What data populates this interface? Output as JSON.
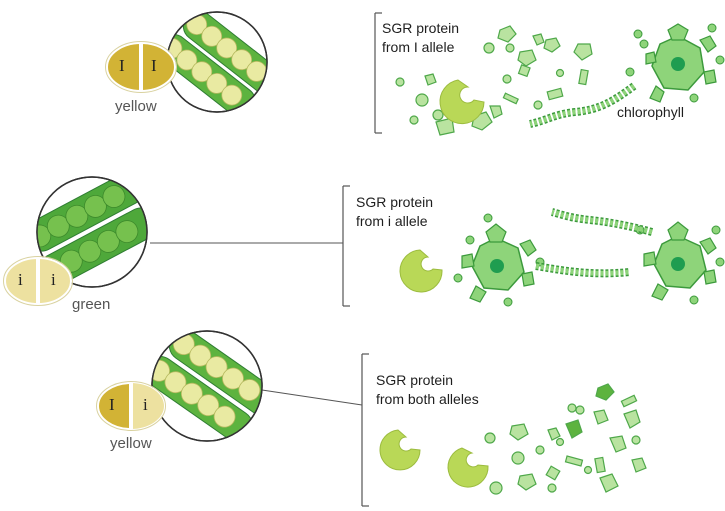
{
  "rows": [
    {
      "genotype_label": "yellow",
      "alleles": [
        "I",
        "I"
      ],
      "protein_label_line1": "SGR protein",
      "protein_label_line2": "from I allele",
      "pea_color": "#cdd98a",
      "allele_colors": [
        "#d2b335",
        "#d2b335"
      ]
    },
    {
      "genotype_label": "green",
      "alleles": [
        "i",
        "i"
      ],
      "protein_label_line1": "SGR protein",
      "protein_label_line2": "from i allele",
      "pea_color": "#6ab54a",
      "allele_colors": [
        "#ede1a0",
        "#ede1a0"
      ]
    },
    {
      "genotype_label": "yellow",
      "alleles": [
        "I",
        "i"
      ],
      "protein_label_line1": "SGR protein",
      "protein_label_line2": "from both alleles",
      "pea_color": "#cdd98a",
      "allele_colors": [
        "#d2b335",
        "#ede1a0"
      ]
    }
  ],
  "chlorophyll_label": "chlorophyll",
  "colors": {
    "pod_green": "#5db33f",
    "pod_dark": "#2e7d32",
    "protein_yellow_green": "#b9d857",
    "chlorophyll_green": "#6cc24a",
    "chlorophyll_dark": "#2e8b3a"
  }
}
